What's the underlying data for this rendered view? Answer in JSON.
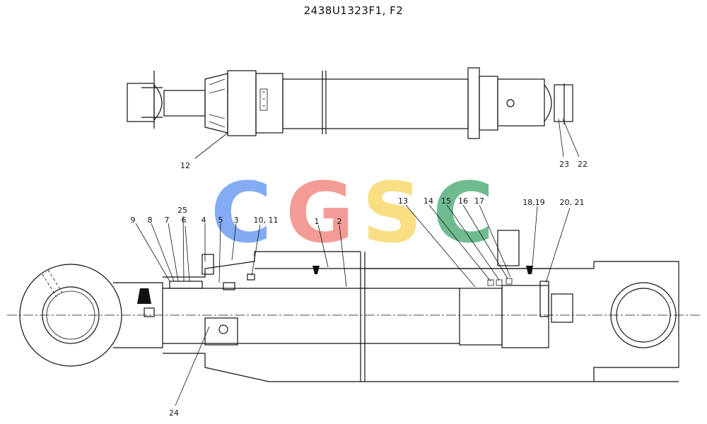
{
  "drawing": {
    "title": "2438U1323F1, F2"
  },
  "watermark": {
    "letters": [
      "C",
      "G",
      "S",
      "C"
    ],
    "colors": [
      "#5b8fef",
      "#f07b72",
      "#f8d35a",
      "#3fa56b"
    ]
  },
  "callouts": {
    "c12": "12",
    "c23": "23",
    "c22": "22",
    "c9": "9",
    "c8": "8",
    "c7": "7",
    "c25": "25",
    "c6": "6",
    "c4": "4",
    "c5": "5",
    "c3": "3",
    "c10_11": "10, 11",
    "c1": "1",
    "c2": "2",
    "c13": "13",
    "c14": "14",
    "c15": "15",
    "c16": "16",
    "c17": "17",
    "c18_19": "18,19",
    "c20_21": "20, 21",
    "c24": "24"
  }
}
